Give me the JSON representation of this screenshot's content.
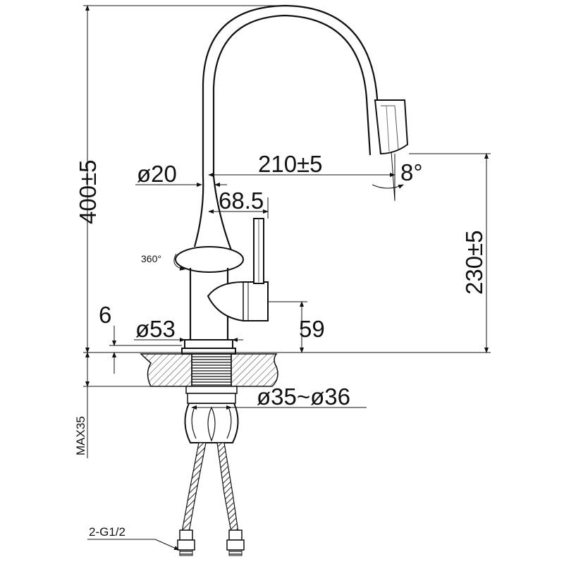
{
  "drawing": {
    "dimensions": {
      "total_height": "400±5",
      "reach": "210±5",
      "spray_angle": "8°",
      "spout_diameter": "ø20",
      "handle_offset": "68.5",
      "rotation": "360°",
      "spout_height": "230±5",
      "handle_height": "59",
      "base_thickness": "6",
      "base_diameter": "ø53",
      "hole_diameter": "ø35~ø36",
      "max_counter": "MAX35",
      "hose_thread": "2-G1/2"
    }
  }
}
